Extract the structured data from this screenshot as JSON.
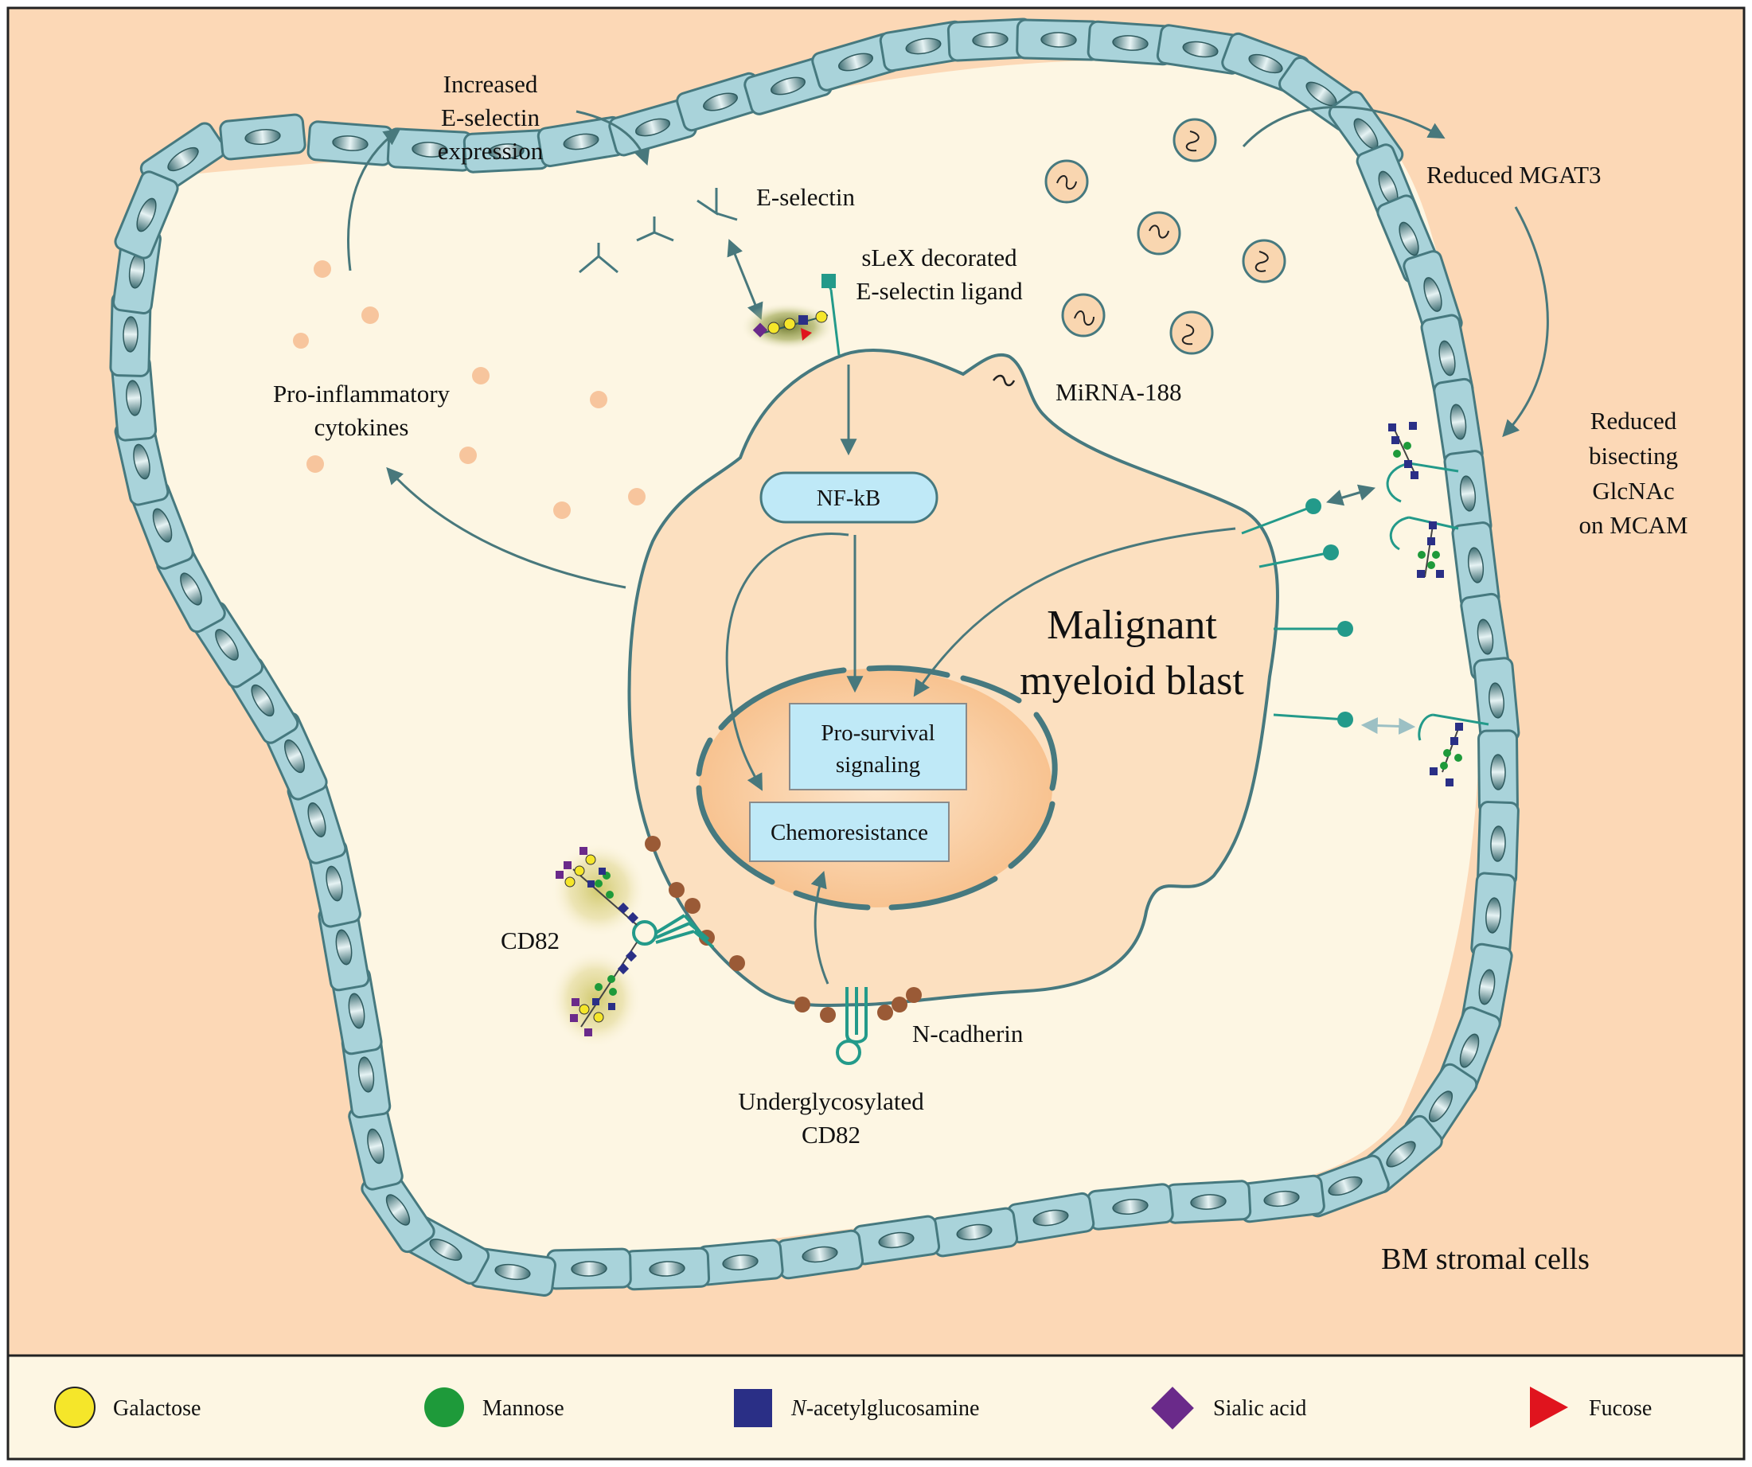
{
  "colors": {
    "outer_bg": "#fcd8b6",
    "inner_bg": "#fdf6e3",
    "blast_fill": "#fce0c0",
    "nucleus_fill": "#f9c594",
    "stromal_fill": "#a9d3da",
    "stromal_stroke": "#46797f",
    "arrow": "#48787c",
    "teal_receptor": "#239a8a",
    "cytokine_dot": "#f7c59d",
    "brown_dot": "#9a5a36",
    "box_fill": "#bfe9f7",
    "galactose": "#f5e62a",
    "mannose": "#1e9a3a",
    "glcnac": "#2a2f86",
    "sialic": "#6a2a8a",
    "fucose": "#e0141e"
  },
  "labels": {
    "increased_e_selectin": [
      "Increased",
      "E-selectin",
      "expression"
    ],
    "e_selectin": "E-selectin",
    "slex_ligand": [
      "sLeX decorated",
      "E-selectin ligand"
    ],
    "reduced_mgat3": "Reduced MGAT3",
    "mirna": "MiRNA-188",
    "pro_inflammatory": [
      "Pro-inflammatory",
      "cytokines"
    ],
    "reduced_bisecting": [
      "Reduced",
      "bisecting",
      "GlcNAc",
      "on MCAM"
    ],
    "malignant_blast": [
      "Malignant",
      "myeloid blast"
    ],
    "nfkb": "NF-kB",
    "pro_survival": [
      "Pro-survival",
      "signaling"
    ],
    "chemoresistance": "Chemoresistance",
    "cd82": "CD82",
    "n_cadherin": "N-cadherin",
    "underglycosylated": [
      "Underglycosylated",
      "CD82"
    ],
    "bm_stromal": "BM stromal cells"
  },
  "legend": [
    {
      "label": "Galactose",
      "shape": "circle",
      "color": "#f5e62a"
    },
    {
      "label": "Mannose",
      "shape": "circle",
      "color": "#1e9a3a"
    },
    {
      "label": "N-acetylglucosamine",
      "italic_prefix": "N",
      "rest": "-acetylglucosamine",
      "shape": "square",
      "color": "#2a2f86"
    },
    {
      "label": "Sialic acid",
      "shape": "diamond",
      "color": "#6a2a8a"
    },
    {
      "label": "Fucose",
      "shape": "triangle",
      "color": "#e0141e"
    }
  ]
}
